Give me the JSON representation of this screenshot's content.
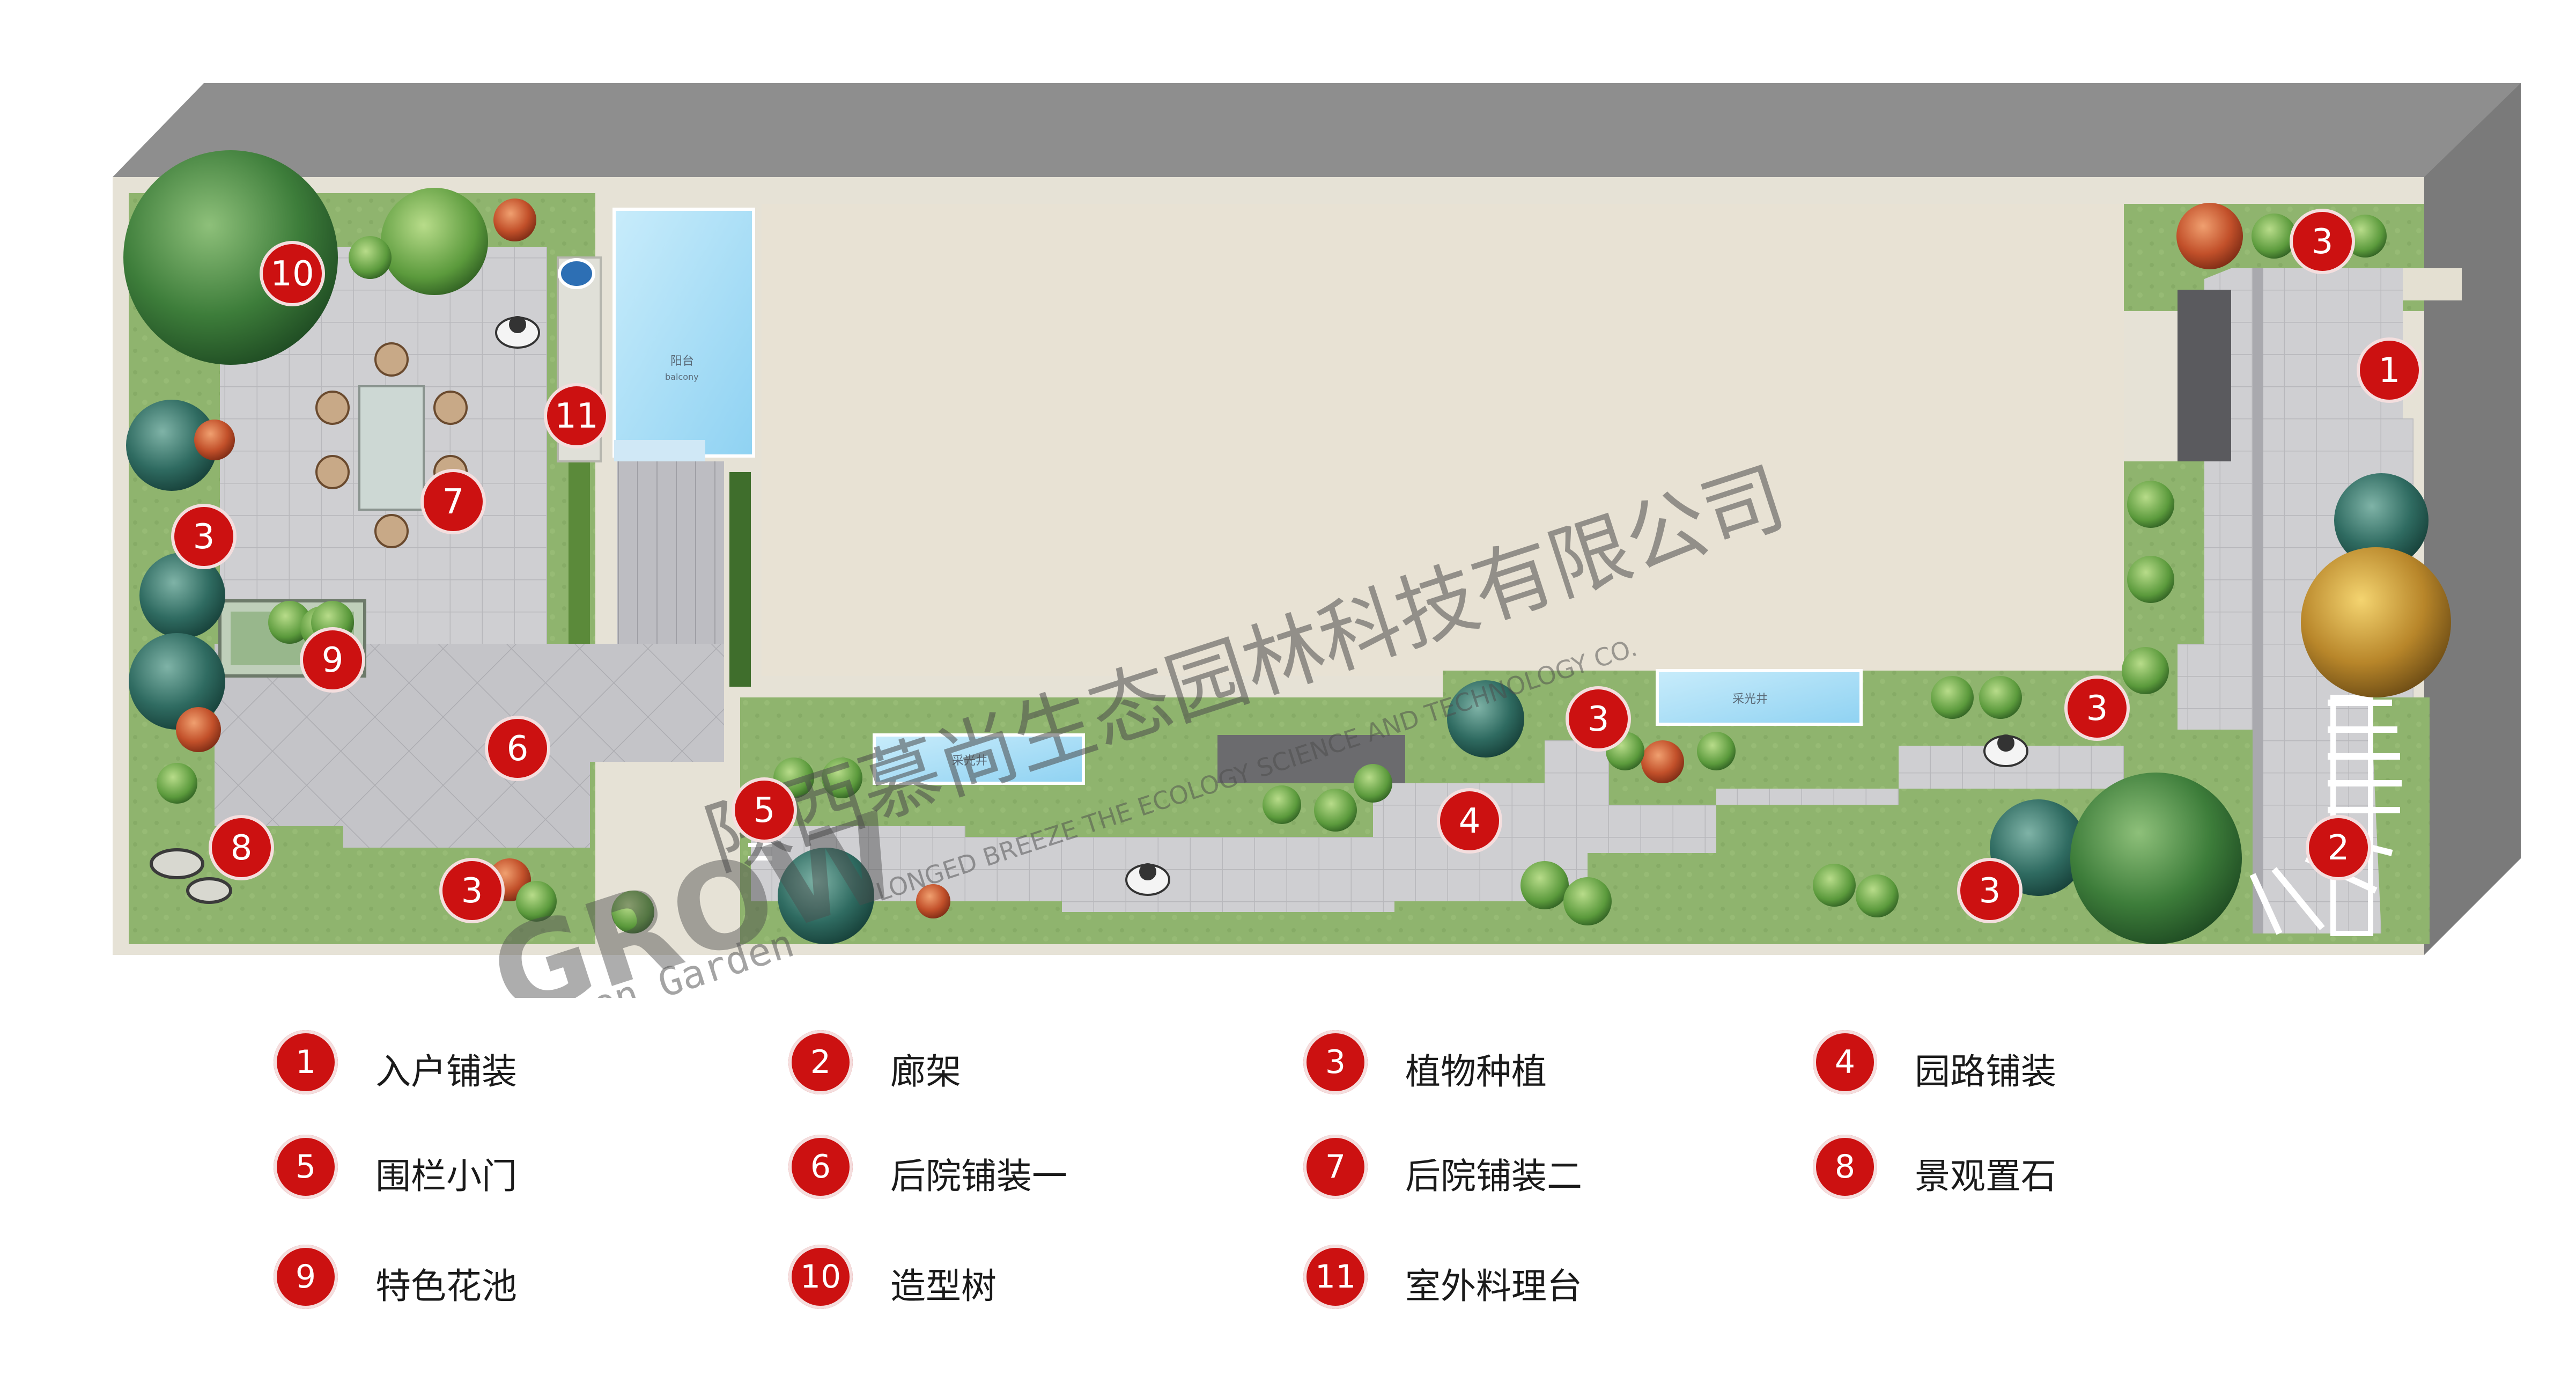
{
  "plan": {
    "small_labels": {
      "balcony_cn": "阳台",
      "balcony_en": "balcony",
      "skylight_1": "采光井",
      "skylight_2": "采光井"
    },
    "watermark": {
      "company_cn": "陕西慕尚生态园林科技有限公司",
      "company_en": "LONGED BREEZE THE ECOLOGY SCIENCE AND TECHNOLOGY CO.",
      "brand": "GROW",
      "tagline": "Green Garden"
    },
    "markers": [
      {
        "n": "1"
      },
      {
        "n": "2"
      },
      {
        "n": "3"
      },
      {
        "n": "3"
      },
      {
        "n": "3"
      },
      {
        "n": "3"
      },
      {
        "n": "3"
      },
      {
        "n": "3"
      },
      {
        "n": "4"
      },
      {
        "n": "5"
      },
      {
        "n": "6"
      },
      {
        "n": "7"
      },
      {
        "n": "8"
      },
      {
        "n": "9"
      },
      {
        "n": "10"
      },
      {
        "n": "11"
      }
    ],
    "colors": {
      "marker": "#cc1111",
      "lawn": "#8fb46e",
      "paving": "#c9c9cc",
      "wall": "#9a9a9a",
      "house": "#e8e2d4"
    }
  },
  "legend": [
    {
      "n": "1",
      "label": "入户铺装"
    },
    {
      "n": "2",
      "label": "廊架"
    },
    {
      "n": "3",
      "label": "植物种植"
    },
    {
      "n": "4",
      "label": "园路铺装"
    },
    {
      "n": "5",
      "label": "围栏小门"
    },
    {
      "n": "6",
      "label": "后院铺装一"
    },
    {
      "n": "7",
      "label": "后院铺装二"
    },
    {
      "n": "8",
      "label": "景观置石"
    },
    {
      "n": "9",
      "label": "特色花池"
    },
    {
      "n": "10",
      "label": "造型树"
    },
    {
      "n": "11",
      "label": "室外料理台"
    }
  ]
}
